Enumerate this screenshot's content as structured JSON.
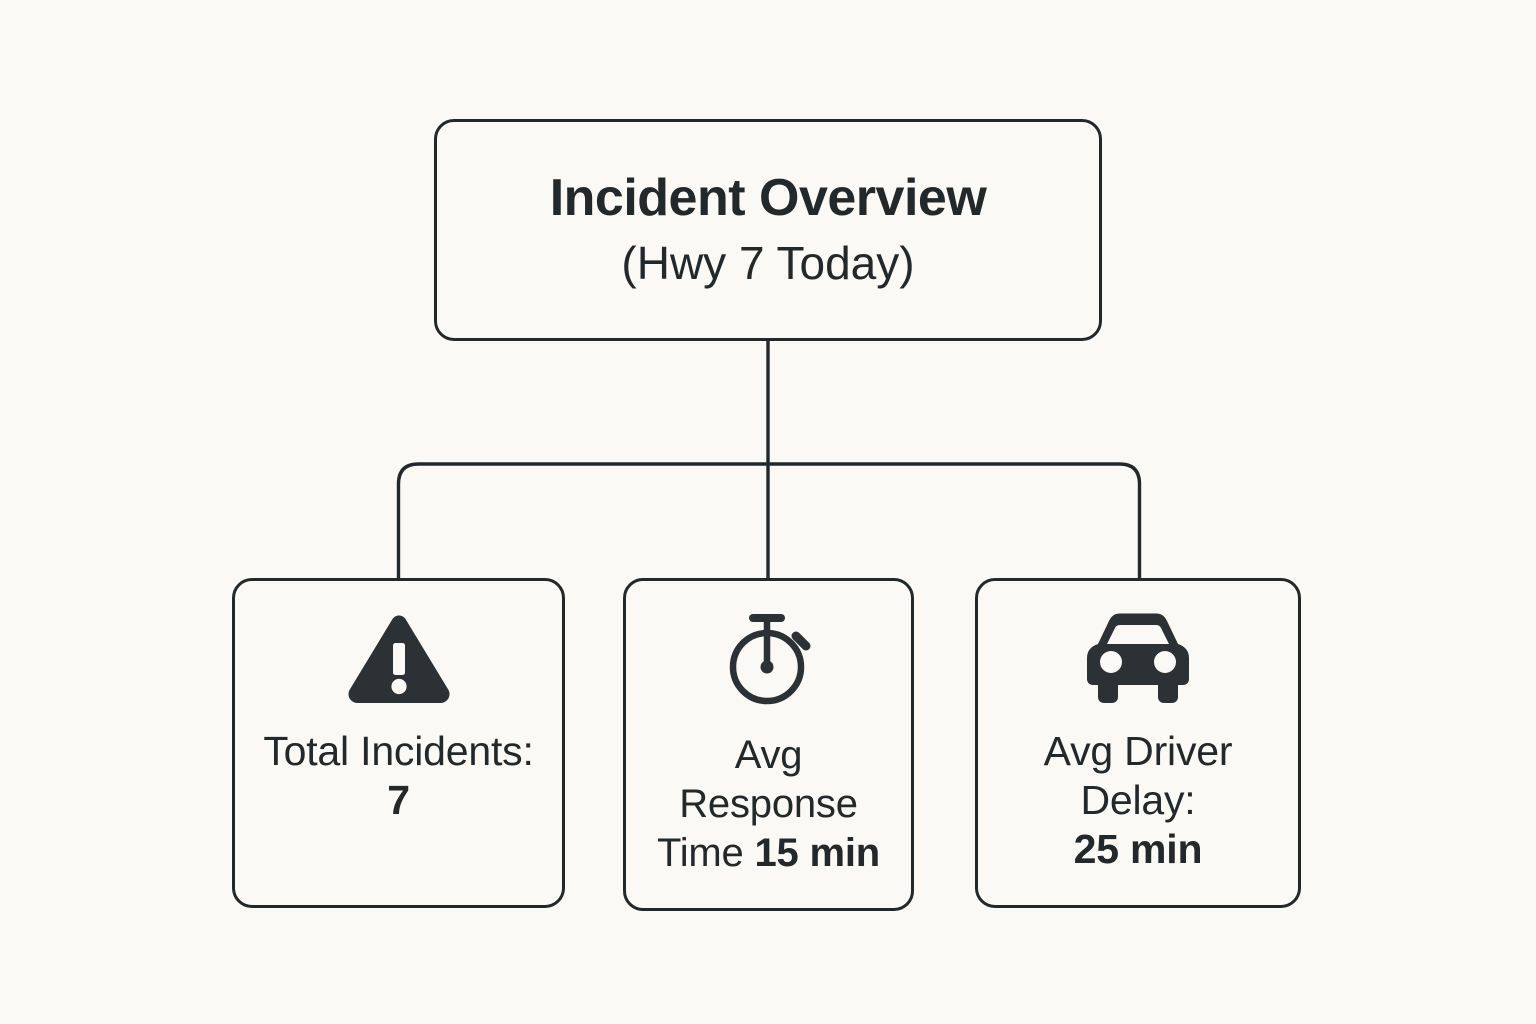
{
  "canvas": {
    "background_color": "#fbf9f5",
    "line_color": "#23282b",
    "text_color": "#23282b"
  },
  "diagram": {
    "type": "org-chart",
    "root": {
      "title": "Incident Overview",
      "subtitle": "(Hwy 7 Today)"
    },
    "children": [
      {
        "icon": "warning-triangle-icon",
        "label": "Total Incidents:",
        "value": "7",
        "value_bold": true
      },
      {
        "icon": "stopwatch-icon",
        "label": "Avg Response Time",
        "value": "15 min",
        "value_bold": true
      },
      {
        "icon": "car-front-icon",
        "label": "Avg Driver Delay:",
        "value": "25 min",
        "value_bold": true
      }
    ]
  }
}
